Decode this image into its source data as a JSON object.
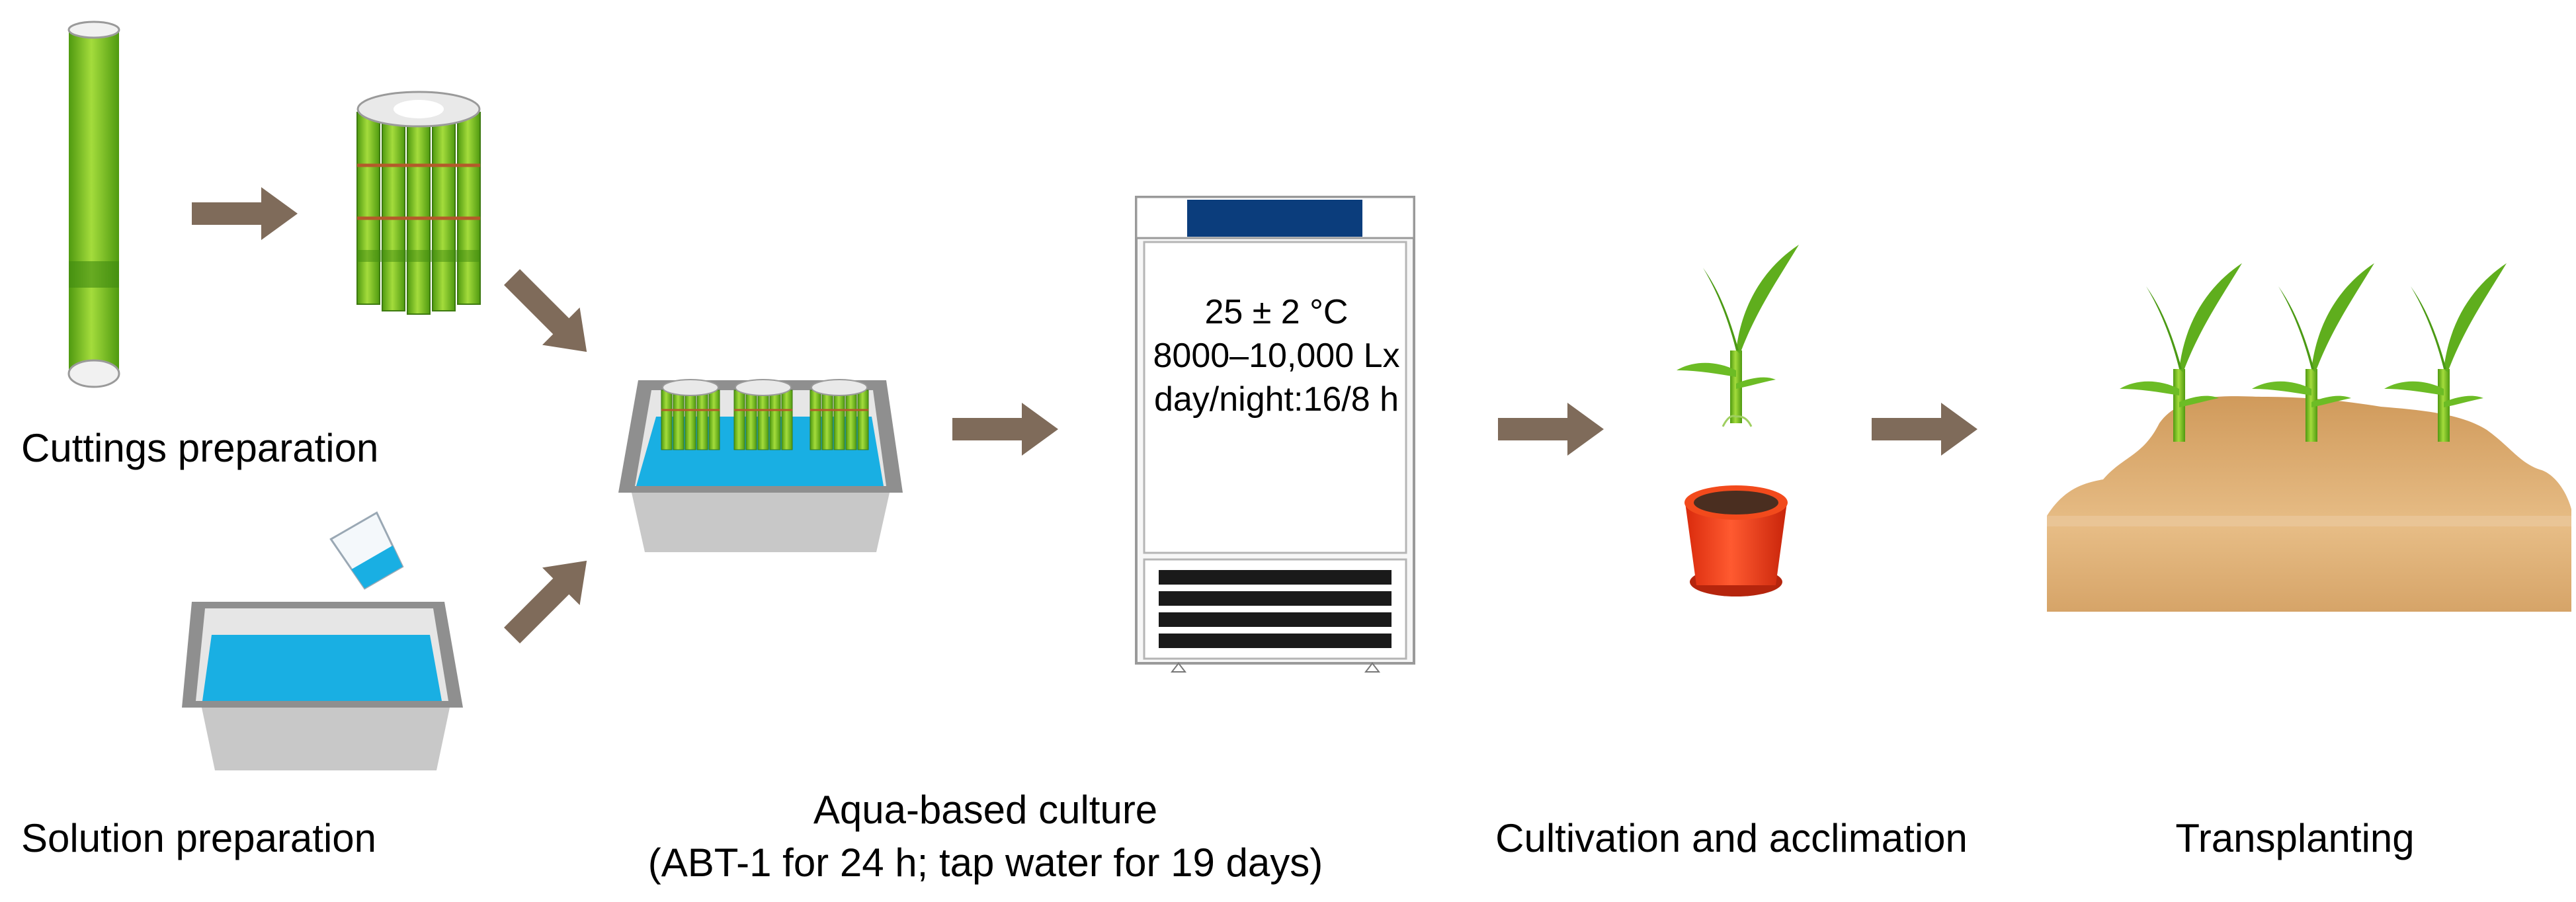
{
  "labels": {
    "cuttings": "Cuttings preparation",
    "solution": "Solution preparation",
    "culture_line1": "Aqua-based culture",
    "culture_line2": "(ABT-1 for 24 h; tap water for 19 days)",
    "cultivation": "Cultivation and acclimation",
    "transplanting": "Transplanting"
  },
  "chamber": {
    "temperature": "25 ± 2 °C",
    "light": "8000–10,000 Lx",
    "photoperiod": "day/night:16/8 h"
  },
  "colors": {
    "arrow": "#7f6b5a",
    "bamboo_green": "#7cc520",
    "water": "#19afe3",
    "tray_gray": "#a9a9a9",
    "chamber_header": "#0b3d7c",
    "pot": "#ef3a16",
    "soil": "#d7a468"
  }
}
